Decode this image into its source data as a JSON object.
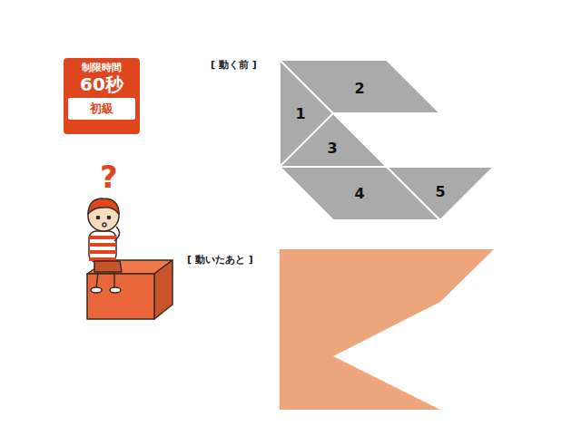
{
  "diagram": {
    "nodes": [
      {
        "text": [
          "制限時間",
          "60秒",
          "初級"
        ]
      },
      {
        "text": [
          "1"
        ]
      },
      {
        "text": [
          "2"
        ]
      },
      {
        "text": [
          "3"
        ]
      },
      {
        "text": [
          "4"
        ]
      },
      {
        "text": [
          "5"
        ]
      }
    ],
    "labels": [
      "[ 動く前 ]",
      "[ 動いたあと ]",
      "?"
    ]
  }
}
